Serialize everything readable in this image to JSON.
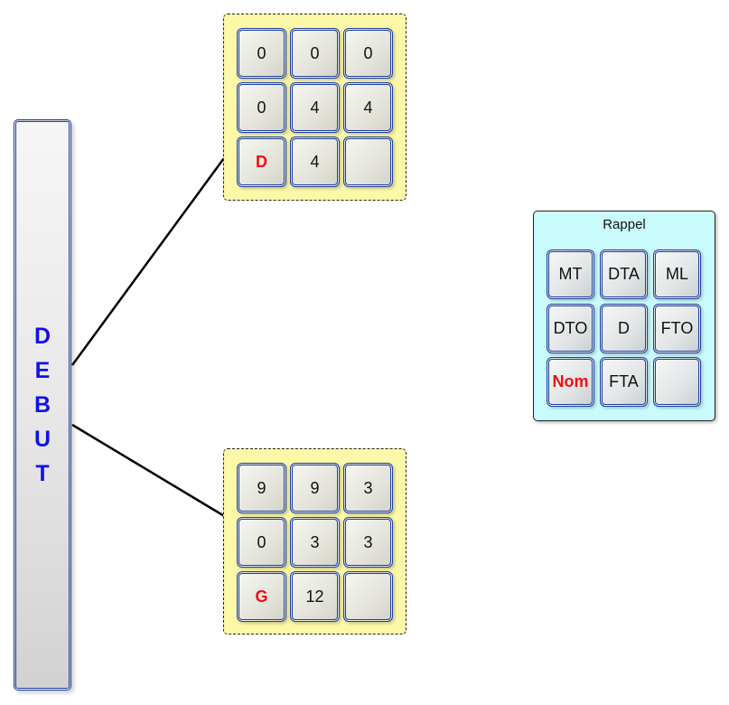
{
  "start_block": {
    "label_letters": [
      "D",
      "E",
      "B",
      "U",
      "T"
    ],
    "label_color": "#1010ee"
  },
  "grid_top": {
    "cells": [
      "0",
      "0",
      "0",
      "0",
      "4",
      "4",
      "D",
      "4",
      ""
    ],
    "highlight_index": 6
  },
  "grid_bottom": {
    "cells": [
      "9",
      "9",
      "3",
      "0",
      "3",
      "3",
      "G",
      "12",
      ""
    ],
    "highlight_index": 6
  },
  "legend": {
    "title": "Rappel",
    "cells": [
      "MT",
      "DTA",
      "ML",
      "DTO",
      "D",
      "FTO",
      "Nom",
      "FTA",
      ""
    ],
    "highlight_index": 6
  },
  "colors": {
    "panel_fill": "#fbf8a8",
    "legend_fill": "#c9fbfd",
    "cell_border": "#1f3f9e",
    "highlight_text": "#ee1111"
  },
  "connections": [
    {
      "from": "start_block",
      "to": "grid_top"
    },
    {
      "from": "start_block",
      "to": "grid_bottom"
    }
  ]
}
